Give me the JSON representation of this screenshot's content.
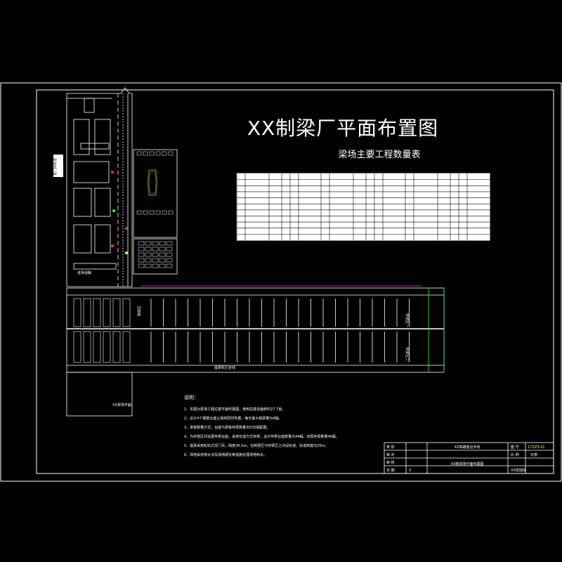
{
  "drawing": {
    "title": "XX制梁厂平面布置图",
    "table_title": "梁场主要工程数量表"
  },
  "notes": {
    "heading": "说明：",
    "lines": [
      "1、本图为梁场工程位置平面布置图，使用总建设面积约27.7亩。",
      "2、设计4个钢筋台座以保持同时布置，每天最大制梁量为4榀。",
      "3、梁板数量方式，台座与梁板存梁数量30/35榀配置。",
      "4、为存放区间设置存梁台座，采用长成方式存梁，设计存梁台座数量为44榀，双层存梁数量48榀。",
      "5、提梁采用轮轨式龙门吊，跨度38.5m，在制梁区与存梁区之间设轨道，轨道跨度为25m。",
      "6、场地采用排水沟及场地硬化等措施处理场地积水。"
    ]
  },
  "title_block": {
    "row1_label": "类 别",
    "row2_label": "审 定",
    "row3_label": "审 核",
    "row4_label": "日 期",
    "row4_value": "X",
    "project": "XX铁路客运专线",
    "drawing_name": "XX制梁场平面布置图",
    "no_label": "图 号",
    "no_value": "17ZZS-01",
    "ratio_label": "比 例",
    "ratio_value": "示意",
    "unit": "XX局指挥"
  },
  "yard_labels": {
    "left_rail_label": "龙门吊轨道",
    "right_top": "存梁区一",
    "right_bottom": "存梁区二",
    "left_top": "制梁区",
    "bottom_label": "提梁机行走线",
    "road_label": "进场道路",
    "plan_label": "XX梁场平面"
  },
  "colors": {
    "line": "#ffffff",
    "accent_red": "#ff3030",
    "accent_green": "#33ff33",
    "accent_magenta": "#ff33ff",
    "accent_yellow": "#ffff33",
    "accent_cyan": "#33ffff"
  }
}
